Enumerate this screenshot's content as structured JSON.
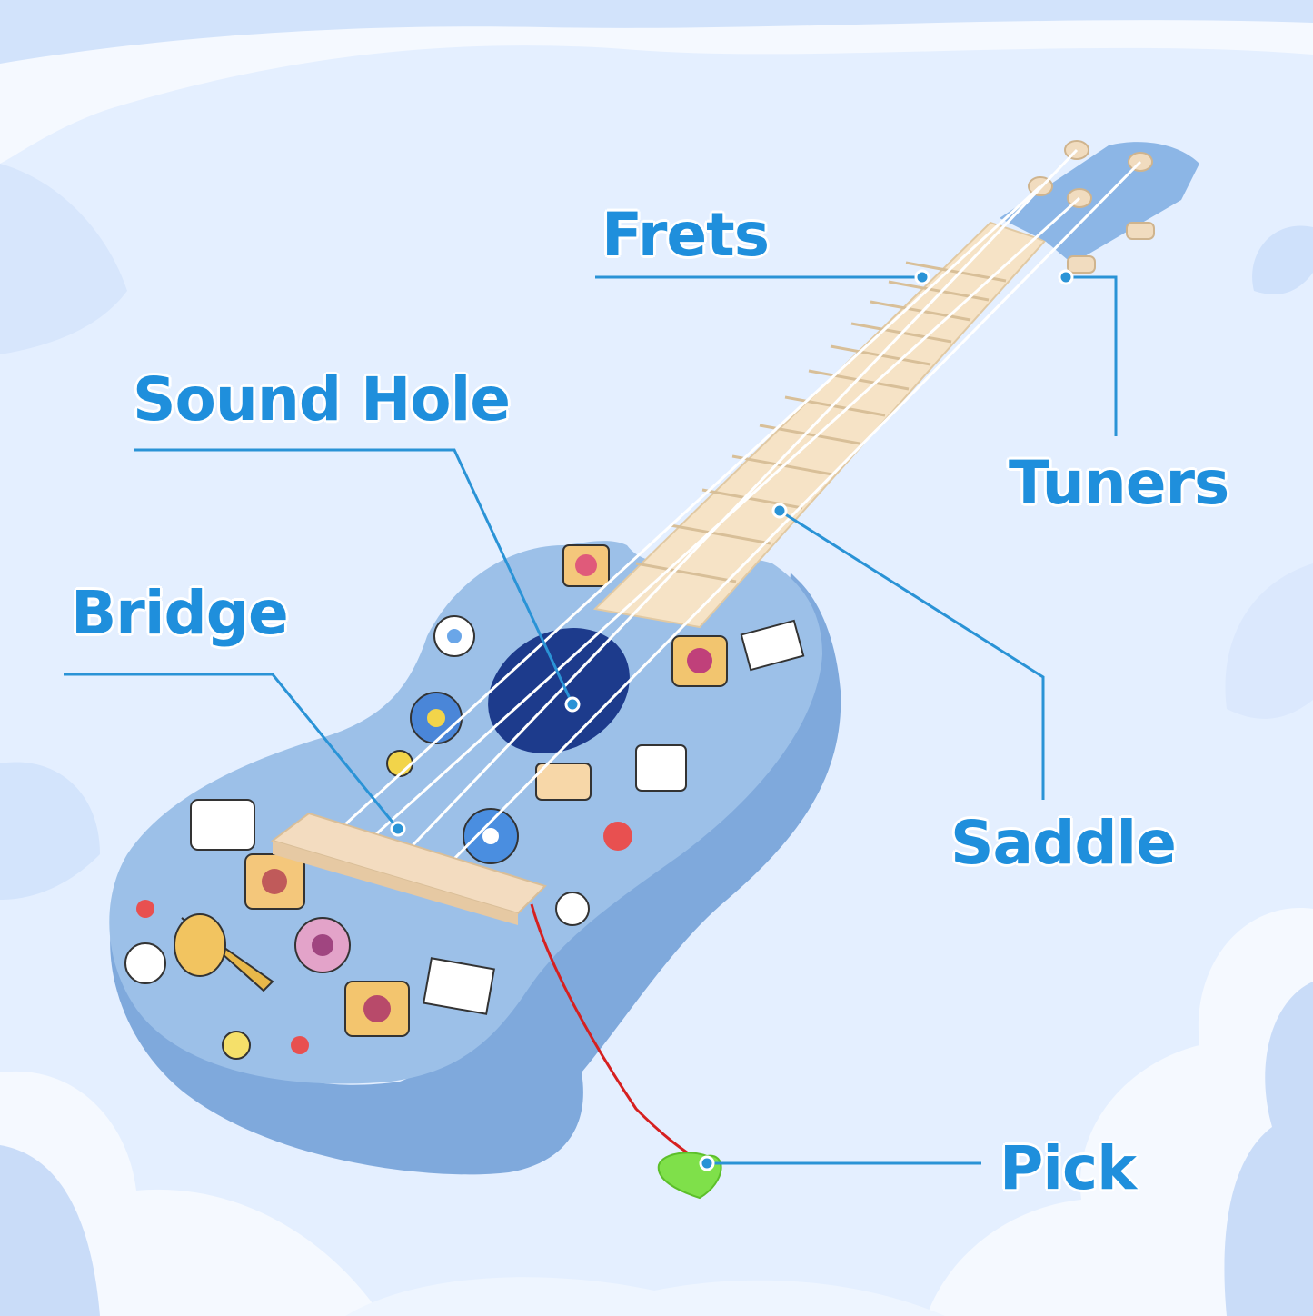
{
  "colors": {
    "background": "#e4efff",
    "cloud": "#f7fbff",
    "cloud_shadow": "#c4dbfb",
    "label_text": "#1f8fdc",
    "callout_line": "#2a93d6",
    "ukulele_body": "#9cc0e8",
    "ukulele_side": "#7fa9dc",
    "fretboard": "#f6e3c6",
    "bridge": "#f3dcc0",
    "sound_hole": "#1d3b8c",
    "pick": "#7fe04a",
    "pick_cord": "#d62020"
  },
  "labels": {
    "frets": "Frets",
    "sound_hole": "Sound Hole",
    "tuners": "Tuners",
    "bridge": "Bridge",
    "saddle": "Saddle",
    "pick": "Pick"
  },
  "icons": [
    "ukulele",
    "music-note",
    "vinyl-record",
    "speaker",
    "guitar",
    "cassette",
    "radio",
    "sheet-music",
    "trumpet"
  ]
}
